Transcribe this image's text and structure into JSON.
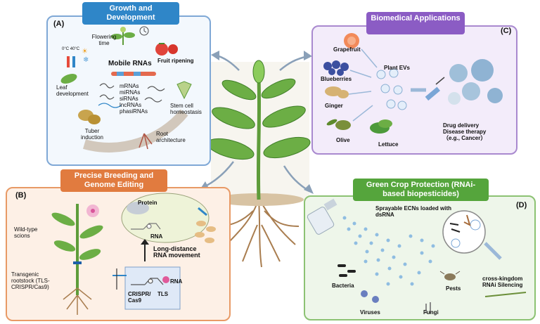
{
  "panel_a": {
    "tag": "(A)",
    "title": "Growth and Development",
    "labels": {
      "flowering": "Flowering time",
      "temps": "0°C 40°C",
      "mobile_rnas": "Mobile RNAs",
      "fruit": "Fruit ripening",
      "leaf": "Leaf development",
      "rna_types": "mRNAs\nmiRNAs\nsiRNAs\nlncRNAs\nphasiRNAs",
      "stem": "Stem cell homeostasis",
      "tuber": "Tuber induction",
      "root": "Root architecture"
    }
  },
  "panel_b": {
    "tag": "(B)",
    "title": "Precise Breeding and Genome Editing",
    "labels": {
      "protein": "Protein",
      "rna_top": "RNA",
      "wild": "Wild-type scions",
      "ld": "Long-distance RNA movement",
      "transgenic": "Transgenic rootstock (TLS-CRISPR/Cas9)",
      "rna_bottom": "RNA",
      "crispr": "CRISPR/ Cas9",
      "tls": "TLS"
    }
  },
  "panel_c": {
    "tag": "(C)",
    "title": "Biomedical Applications",
    "labels": {
      "grapefruit": "Grapefruit",
      "blueberries": "Blueberries",
      "plant_evs": "Plant EVs",
      "ginger": "Ginger",
      "olive": "Olive",
      "lettuce": "Lettuce",
      "drug": "Drug delivery\nDisease therapy\n（e.g., Cancer）"
    }
  },
  "panel_d": {
    "tag": "(D)",
    "title": "Green Crop Protection (RNAi-based biopesticides)",
    "labels": {
      "spray": "Sprayable ECNs loaded with dsRNA",
      "bacteria": "Bacteria",
      "pests": "Pests",
      "cross": "cross-kingdom RNAi Silencing",
      "viruses": "Viruses",
      "fungi": "Fungi"
    }
  }
}
